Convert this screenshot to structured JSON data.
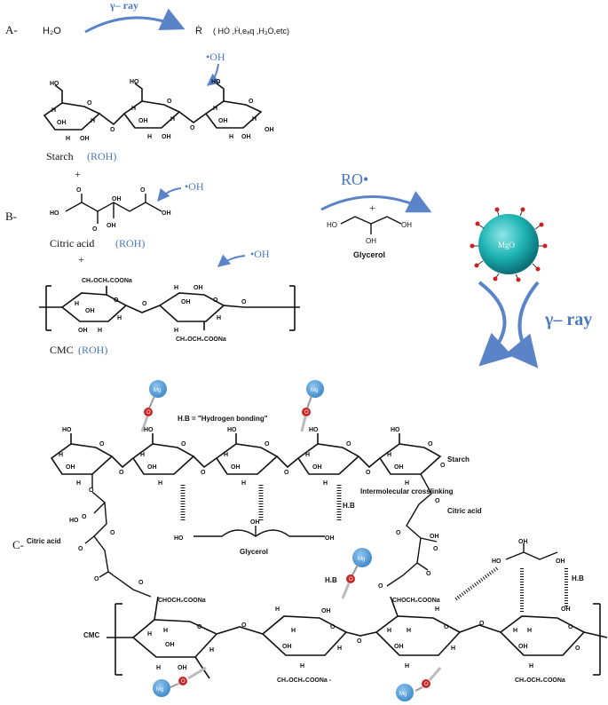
{
  "colors": {
    "ink": "#111111",
    "accent_blue": "#4a78c0",
    "arrow_blue": "#5b84c8",
    "mgo_fill": "#1fb5b5",
    "mgo_dot": "#cc1f1f",
    "mg_ball": "#4d9fdc",
    "o_ball": "#c62828"
  },
  "section_a": {
    "label": "A-",
    "reactant": "H₂O",
    "arrow_label": "γ– ray",
    "product": "Ṙ",
    "radicals": "( HȮ ,Ḣ,eₐq ,H₃Ȯ,etc)",
    "oh_radical": "•OH",
    "starch_label": "Starch",
    "starch_roh": "(ROH)",
    "plus_1": "+"
  },
  "section_b": {
    "label": "B-",
    "oh_radical_1": "•OH",
    "citric_label": "Citric acid",
    "citric_roh": "(ROH)",
    "plus_2": "+",
    "oh_radical_2": "•OH",
    "cmc_label": "CMC",
    "cmc_roh": "(ROH)",
    "cmc_top_group": "CH₂OCH₂COONa",
    "cmc_bottom_group": "CH₂OCH₂COONa",
    "ro_radical": "RO•",
    "plus_3": "+",
    "glycerol_label": "Glycerol",
    "mgo_label": "MgO",
    "gamma_ray": "γ– ray"
  },
  "section_c": {
    "label": "C-",
    "hb_definition": "H.B = \"Hydrogen bonding\"",
    "starch_label": "Starch",
    "intermolecular": "Intermolecular   crosslinking",
    "citric_acid_right": "Citric acid",
    "citric_acid_left": "Citric acid",
    "hb_1": "H.B",
    "hb_2": "H.B",
    "hb_3": "H.B",
    "glycerol_label": "Glycerol",
    "cmc_label": "CMC",
    "cmc_group_1": "CHOCH₂COONa",
    "cmc_group_2": "CHOCH₂COONa",
    "cmc_group_3": "CH₂OCH₂COONa -",
    "cmc_group_4": "CH₂OCH₂COONa",
    "mg_label": "Mg",
    "o_label": "O"
  }
}
